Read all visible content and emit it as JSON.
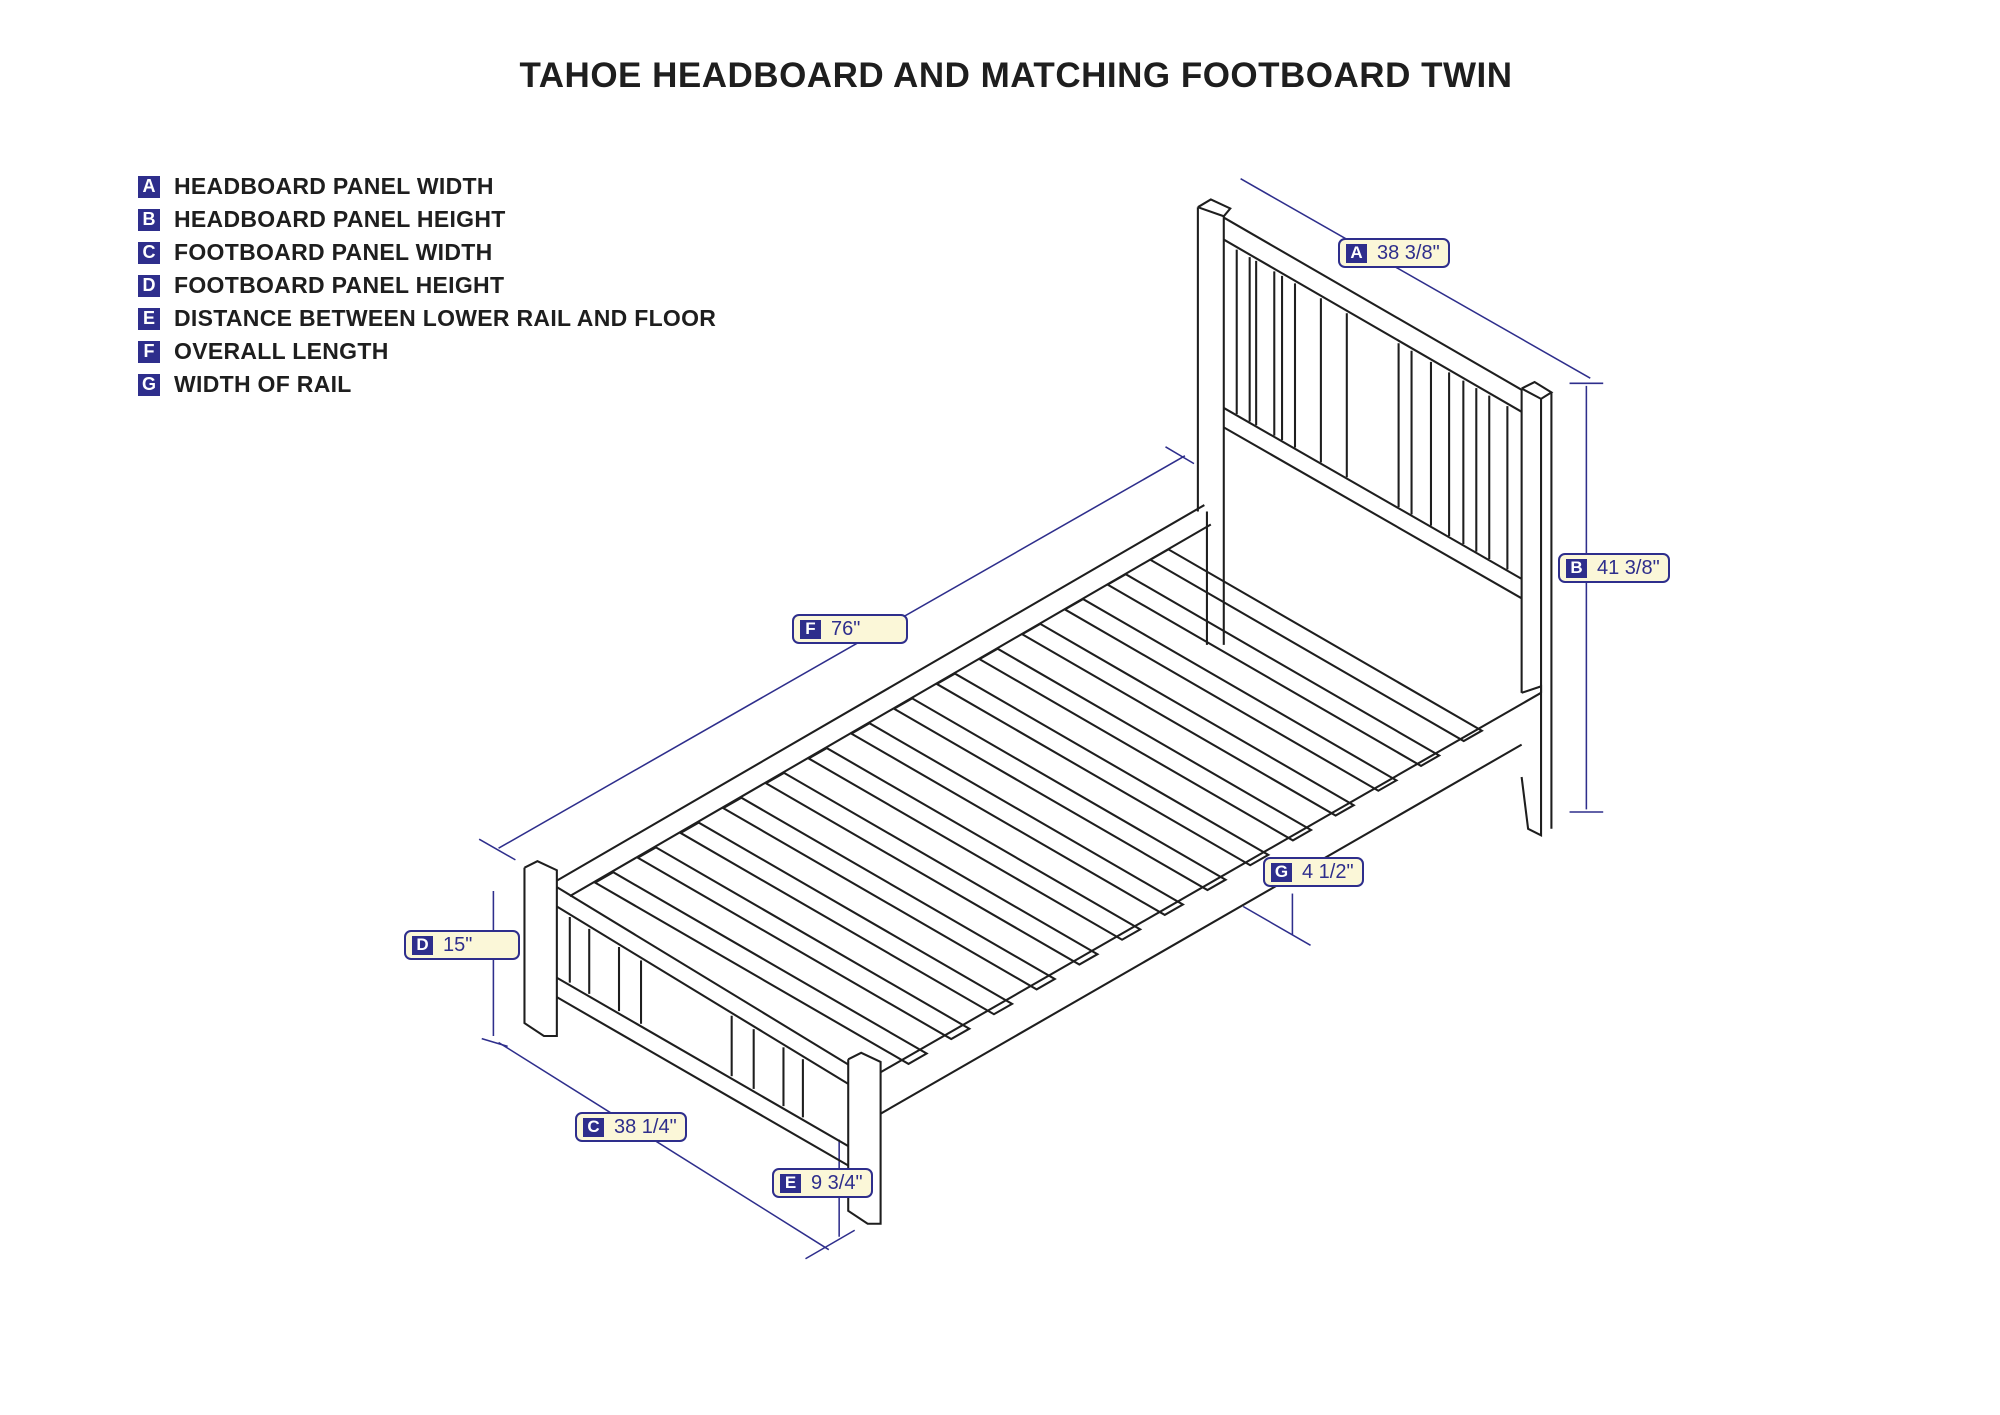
{
  "title": "TAHOE HEADBOARD AND MATCHING FOOTBOARD TWIN",
  "legend": [
    {
      "key": "A",
      "label": "HEADBOARD PANEL WIDTH"
    },
    {
      "key": "B",
      "label": "HEADBOARD PANEL HEIGHT"
    },
    {
      "key": "C",
      "label": "FOOTBOARD PANEL WIDTH"
    },
    {
      "key": "D",
      "label": "FOOTBOARD PANEL HEIGHT"
    },
    {
      "key": "E",
      "label": "DISTANCE BETWEEN LOWER RAIL AND FLOOR"
    },
    {
      "key": "F",
      "label": "OVERALL LENGTH"
    },
    {
      "key": "G",
      "label": "WIDTH OF RAIL"
    }
  ],
  "dimensions": {
    "A": {
      "key": "A",
      "value": "38 3/8\""
    },
    "B": {
      "key": "B",
      "value": "41 3/8\""
    },
    "C": {
      "key": "C",
      "value": "38 1/4\""
    },
    "D": {
      "key": "D",
      "value": "15\""
    },
    "E": {
      "key": "E",
      "value": "9 3/4\""
    },
    "F": {
      "key": "F",
      "value": "76\""
    },
    "G": {
      "key": "G",
      "value": "4 1/2\""
    }
  },
  "colors": {
    "accent": "#2e2e8c",
    "label_bg": "#fbf7d8",
    "line": "#1e1e1e"
  }
}
